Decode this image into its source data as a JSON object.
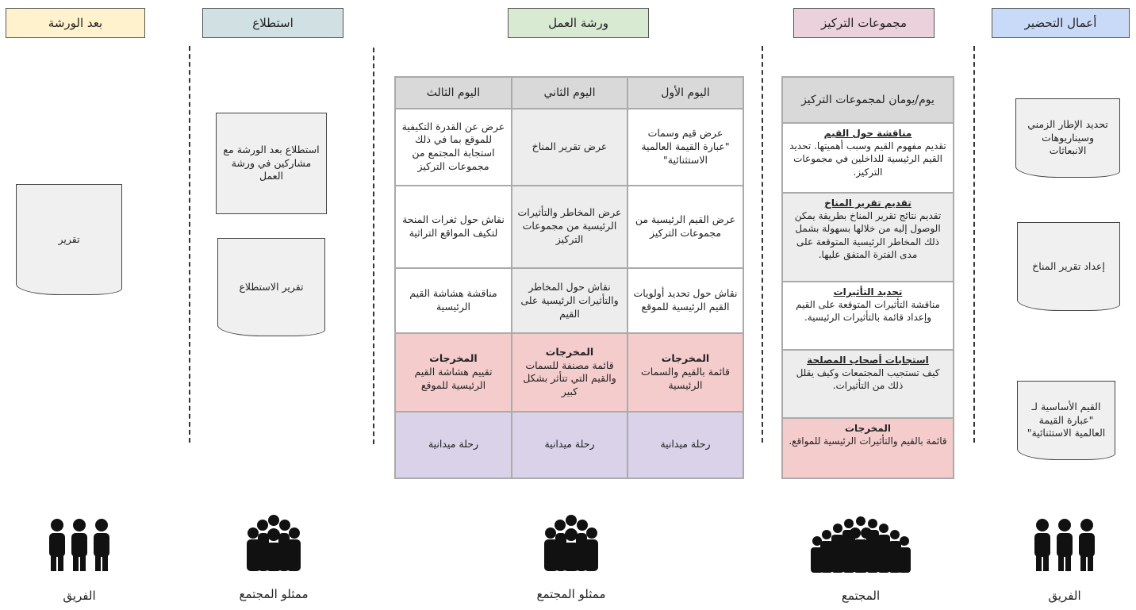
{
  "phases": [
    {
      "label": "بعد الورشة",
      "color": "#fff2cc"
    },
    {
      "label": "استطلاع",
      "color": "#d0e0e3"
    },
    {
      "label": "ورشة العمل",
      "color": "#d9ead3"
    },
    {
      "label": "مجموعات التركيز",
      "color": "#ead1dc"
    },
    {
      "label": "أعمال التحضير",
      "color": "#c9daf8"
    }
  ],
  "preparation": {
    "docs": [
      "تحديد الإطار الزمني وسيناريوهات الانبعاثات",
      "إعداد تقرير المناخ",
      "القيم الأساسية لـ \"عبارة القيمة العالمية الاستثنائية\""
    ]
  },
  "focus_groups": {
    "header": "يوم/يومان لمجموعات التركيز",
    "sections": [
      {
        "title": "مناقشة حول القيم",
        "text": "تقديم مفهوم القيم وسبب أهميتها. تحديد القيم الرئيسية للداخلين في مجموعات التركيز."
      },
      {
        "title": "تقديم تقرير المناخ",
        "text": "تقديم نتائج تقرير المناخ بطريقة يمكن الوصول إليه من خلالها بسهولة بشمل ذلك المخاطر الرئيسية المتوقعة على مدى الفترة المتفق عليها."
      },
      {
        "title": "تحديد التأثيرات",
        "text": "مناقشة التأثيرات المتوقعة على القيم وإعداد قائمة بالتأثيرات الرئيسية."
      },
      {
        "title": "استجابات أصحاب المصلحة",
        "text": "كيف تستجيب المجتمعات وكيف يقلل ذلك من التأثيرات."
      }
    ],
    "outputs_title": "المخرجات",
    "outputs_text": "قائمة بالقيم والتأثيرات الرئيسية للمواقع."
  },
  "workshop": {
    "days": [
      "اليوم الأول",
      "اليوم الثاني",
      "اليوم الثالث"
    ],
    "rows": [
      [
        "عرض قيم وسمات \"عبارة القيمة العالمية الاستثنائية\"",
        "عرض تقرير المناخ",
        "عرض عن القدرة التكيفية للموقع بما في ذلك استجابة المجتمع من مجموعات التركيز"
      ],
      [
        "عرض القيم الرئيسية من مجموعات التركيز",
        "عرض المخاطر والتأثيرات الرئيسية من مجموعات التركيز",
        "نقاش حول ثغرات المنحة لتكيف المواقع التراثية"
      ],
      [
        "نقاش حول تحديد أولويات القيم الرئيسية للموقع",
        "نقاش حول المخاطر والتأثيرات الرئيسية على القيم",
        "مناقشة هشاشة القيم الرئيسية"
      ]
    ],
    "outputs_title": "المخرجات",
    "outputs": [
      "قائمة بالقيم والسمات الرئيسية",
      "قائمة مصنفة للسمات والقيم التي تتأثر بشكل كبير",
      "تقييم هشاشة القيم الرئيسية للموقع"
    ],
    "field_trip": "رحلة ميدانية"
  },
  "survey": {
    "docs": [
      "استطلاع بعد الورشة مع مشاركين في ورشة العمل",
      "تقرير الاستطلاع"
    ]
  },
  "post_workshop": {
    "docs": [
      "تقرير"
    ]
  },
  "participants": [
    {
      "label": "الفريق",
      "icon": "team-people-icon"
    },
    {
      "label": "ممثلو المجتمع",
      "icon": "group-people-icon"
    },
    {
      "label": "ممثلو المجتمع",
      "icon": "group-people-icon"
    },
    {
      "label": "المجتمع",
      "icon": "crowd-people-icon"
    },
    {
      "label": "الفريق",
      "icon": "team-people-icon"
    }
  ],
  "colors": {
    "outputs": "#f4cccc",
    "field_trip": "#d9d2e9",
    "header": "#d9d9d9"
  }
}
